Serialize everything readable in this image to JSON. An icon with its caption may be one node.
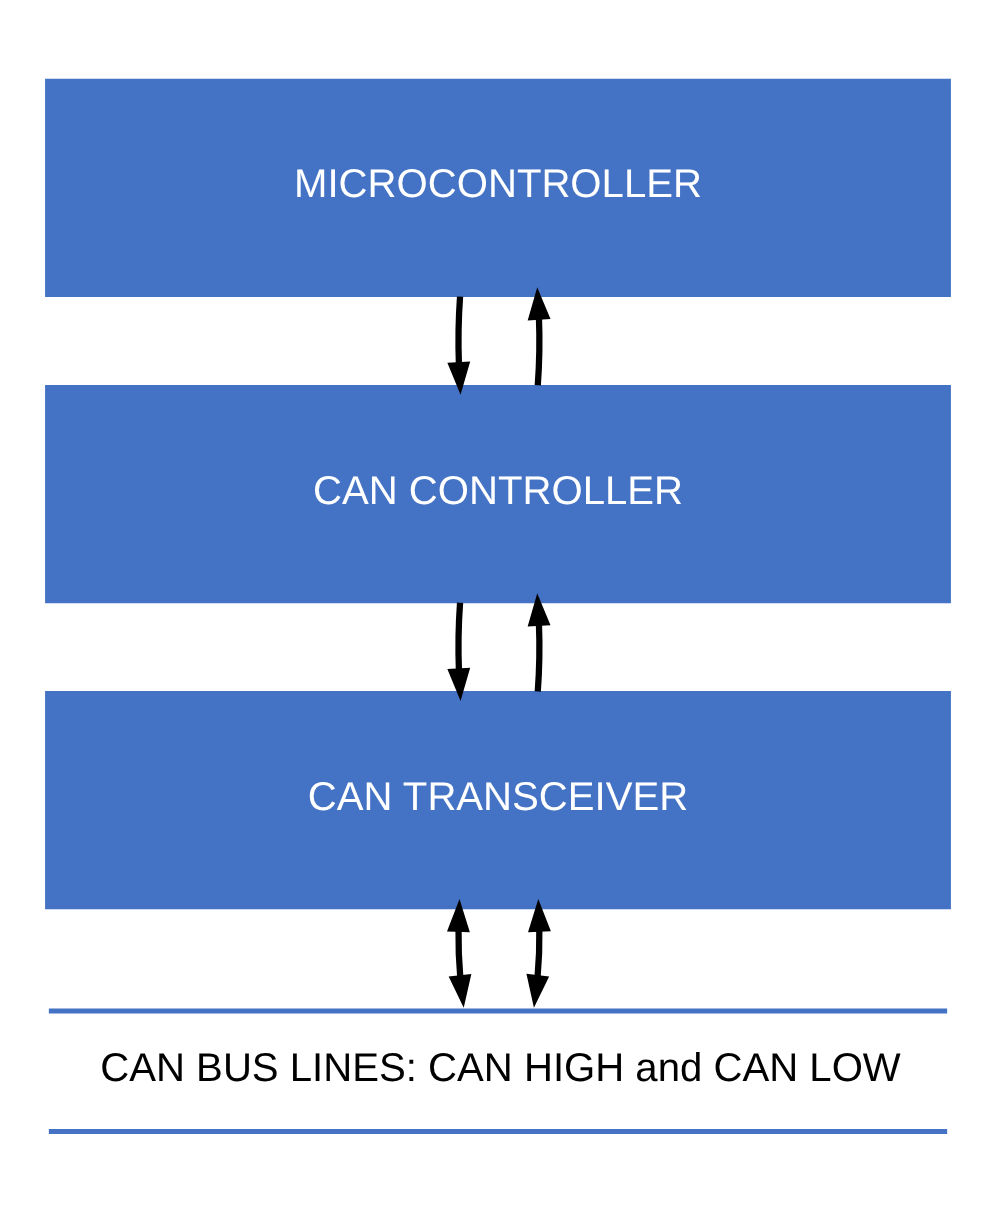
{
  "diagram": {
    "nodes": [
      {
        "text": [
          "MICROCONTROLLER"
        ]
      },
      {
        "text": [
          "CAN CONTROLLER"
        ]
      },
      {
        "text": [
          "CAN TRANSCEIVER"
        ]
      },
      {
        "text": [
          "CAN BUS LINES: CAN HIGH and CAN LOW"
        ]
      }
    ],
    "edges": [
      {
        "from": 1,
        "to": 0,
        "arrow": "to"
      },
      {
        "from": 0,
        "to": 1,
        "arrow": "to"
      },
      {
        "from": 2,
        "to": 1,
        "arrow": "to"
      },
      {
        "from": 1,
        "to": 2,
        "arrow": "to"
      },
      {
        "from": 2,
        "to": 3,
        "arrow": "both"
      },
      {
        "from": 2,
        "to": 3,
        "arrow": "both"
      }
    ]
  }
}
